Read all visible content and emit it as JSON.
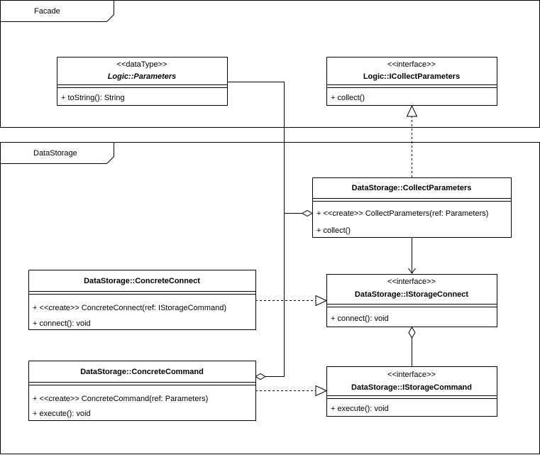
{
  "packages": {
    "facade": "Facade",
    "datastorage": "DataStorage"
  },
  "classes": {
    "parameters": {
      "stereotype": "<<dataType>>",
      "name": "Logic::Parameters",
      "methods": [
        "+ toString(): String"
      ]
    },
    "icollect": {
      "stereotype": "<<interface>>",
      "name": "Logic::ICollectParameters",
      "methods": [
        "+ collect()"
      ]
    },
    "collect": {
      "name": "DataStorage::CollectParameters",
      "methods": [
        "+ <<create>> CollectParameters(ref: Parameters)",
        "+ collect()"
      ]
    },
    "concreteconnect": {
      "name": "DataStorage::ConcreteConnect",
      "methods": [
        "+ <<create>> ConcreteConnect(ref: IStorageCommand)",
        "+ connect(): void"
      ]
    },
    "istorageconnect": {
      "stereotype": "<<interface>>",
      "name": "DataStorage::IStorageConnect",
      "methods": [
        "+ connect(): void"
      ]
    },
    "concretecommand": {
      "name": "DataStorage::ConcreteCommand",
      "methods": [
        "+ <<create>> ConcreteCommand(ref: Parameters)",
        "+ execute(): void"
      ]
    },
    "istoragecommand": {
      "stereotype": "<<interface>>",
      "name": "DataStorage::IStorageCommand",
      "methods": [
        "+ execute(): void"
      ]
    }
  }
}
